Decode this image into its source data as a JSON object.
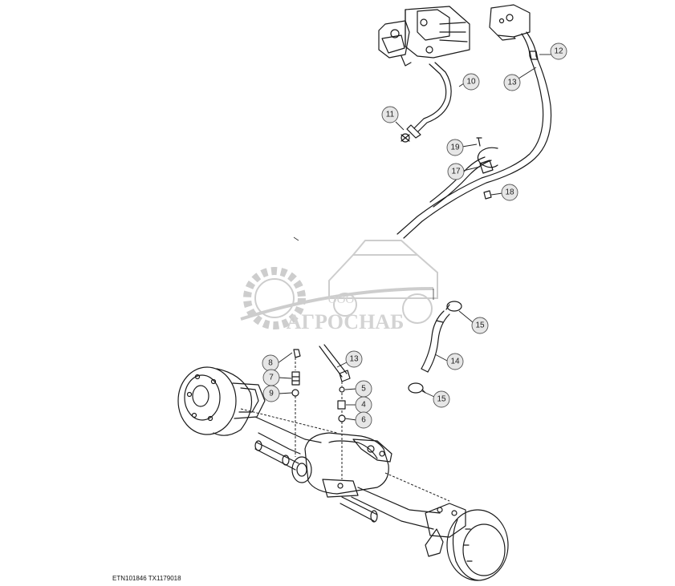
{
  "watermark": {
    "line1": "ООО",
    "line2": "АГРОСНАБ"
  },
  "figure_code": "ETN101846  TX1179018",
  "callouts": [
    {
      "id": "c10",
      "label": "10"
    },
    {
      "id": "c11",
      "label": "11"
    },
    {
      "id": "c12",
      "label": "12"
    },
    {
      "id": "c13a",
      "label": "13"
    },
    {
      "id": "c19",
      "label": "19"
    },
    {
      "id": "c17",
      "label": "17"
    },
    {
      "id": "c18",
      "label": "18"
    },
    {
      "id": "c15a",
      "label": "15"
    },
    {
      "id": "c14",
      "label": "14"
    },
    {
      "id": "c15b",
      "label": "15"
    },
    {
      "id": "c8",
      "label": "8"
    },
    {
      "id": "c7",
      "label": "7"
    },
    {
      "id": "c9",
      "label": "9"
    },
    {
      "id": "c13b",
      "label": "13"
    },
    {
      "id": "c5",
      "label": "5"
    },
    {
      "id": "c4",
      "label": "4"
    },
    {
      "id": "c6",
      "label": "6"
    }
  ]
}
